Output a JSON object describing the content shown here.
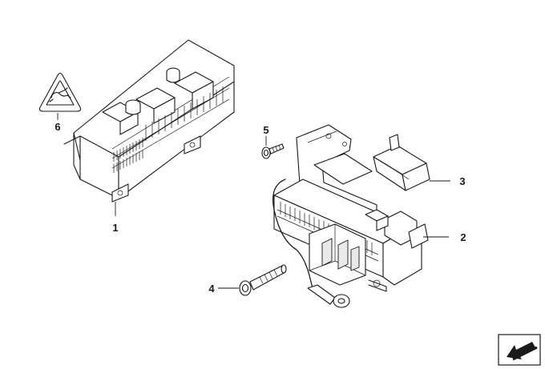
{
  "callouts": [
    {
      "id": "1",
      "label": "1"
    },
    {
      "id": "2",
      "label": "2"
    },
    {
      "id": "3",
      "label": "3"
    },
    {
      "id": "4",
      "label": "4"
    },
    {
      "id": "5",
      "label": "5"
    },
    {
      "id": "6",
      "label": "6"
    }
  ],
  "icons": {
    "warning_label": "warning-triangle-plug-icon",
    "nav_arrow": "nav-arrow-icon"
  }
}
